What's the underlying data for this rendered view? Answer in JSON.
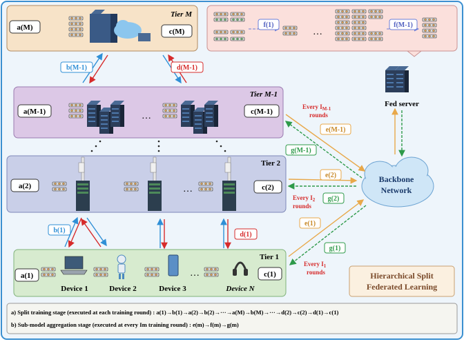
{
  "tiers": {
    "m": {
      "title": "Tier M",
      "left_tag": "a(M)",
      "right_tag": "c(M)"
    },
    "m1": {
      "title": "Tier M-1",
      "left_tag": "a(M-1)",
      "right_tag": "c(M-1)"
    },
    "t2": {
      "title": "Tier 2",
      "left_tag": "a(2)",
      "right_tag": "c(2)"
    },
    "t1": {
      "title": "Tier 1",
      "left_tag": "a(1)",
      "right_tag": "c(1)",
      "devices": [
        "Device 1",
        "Device 2",
        "Device 3",
        "Device N"
      ]
    }
  },
  "ellipsis": "…",
  "links": {
    "b_m1": "b(M-1)",
    "d_m1": "d(M-1)",
    "b_1": "b(1)",
    "d_1": "d(1)",
    "f_1": "f(1)",
    "f_m1": "f(M-1)",
    "e_m1": "e(M-1)",
    "e_2": "e(2)",
    "e_1": "e(1)",
    "g_m1": "g(M-1)",
    "g_2": "g(2)",
    "g_1": "g(1)"
  },
  "intervals": {
    "m1": {
      "line1": "Every I",
      "sub": "M-1",
      "line2": "rounds"
    },
    "t2": {
      "line1": "Every I",
      "sub": "2",
      "line2": "rounds"
    },
    "t1": {
      "line1": "Every I",
      "sub": "1",
      "line2": "rounds"
    }
  },
  "fed_server": "Fed server",
  "backbone": {
    "line1": "Backbone",
    "line2": "Network"
  },
  "hsfl": {
    "line1": "Hierarchical Split",
    "line2": "Federated Learning"
  },
  "stages": {
    "a": "a) Split training stage (executed at each training round) : a(1)→b(1)→a(2)→b(2)→···→a(M)→b(M)→···→d(2)→c(2)→d(1)→c(1)",
    "b": "b) Sub-model aggregation stage (executed at every Im training round) : e(m)→f(m)→g(m)"
  },
  "colors": {
    "tier_m": "#f7e3c8",
    "tier_m1": "#dcc8e6",
    "tier_2": "#c9cfe8",
    "tier_1": "#d7ebcf",
    "fed_panel": "#fbe0dc",
    "blue_arrow": "#2f8fd6",
    "red_arrow": "#d62b2b",
    "orange_arrow": "#e8a84a",
    "green_arrow": "#2e9a4a",
    "outer_border": "#3a8fd0"
  }
}
